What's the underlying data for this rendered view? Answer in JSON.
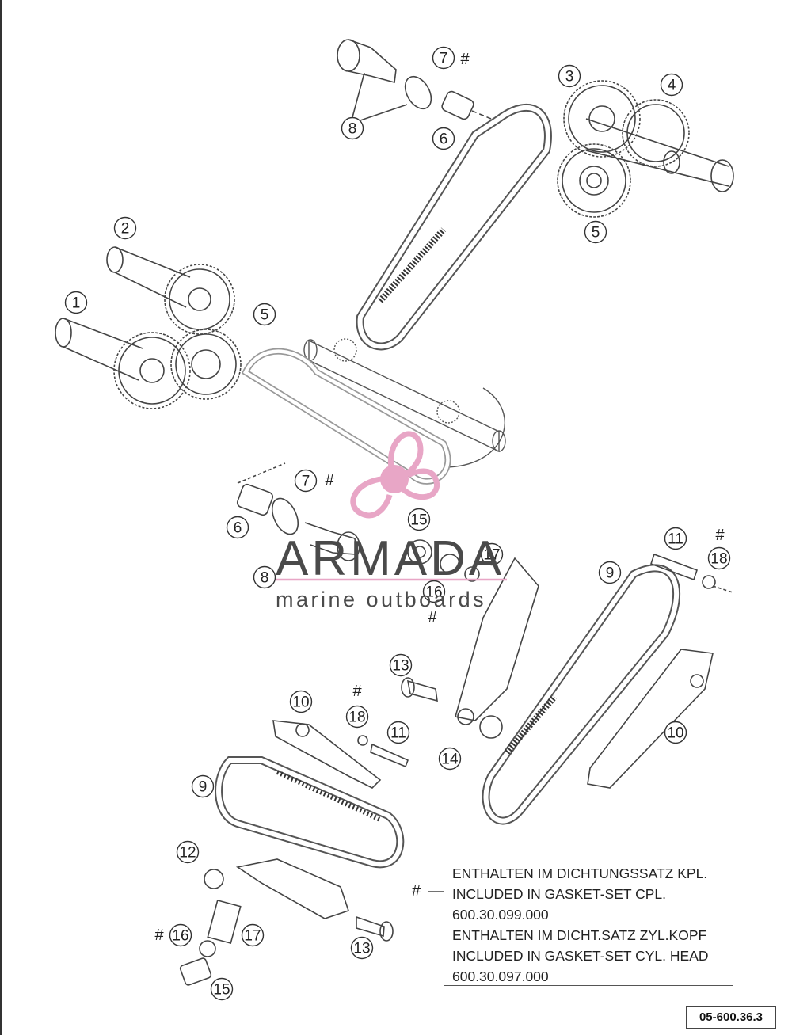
{
  "callouts": [
    {
      "id": "c1",
      "num": "1"
    },
    {
      "id": "c2",
      "num": "2"
    },
    {
      "id": "c3",
      "num": "3"
    },
    {
      "id": "c4",
      "num": "4"
    },
    {
      "id": "c5a",
      "num": "5"
    },
    {
      "id": "c5b",
      "num": "5"
    },
    {
      "id": "c6a",
      "num": "6"
    },
    {
      "id": "c6b",
      "num": "6"
    },
    {
      "id": "c7a",
      "num": "7"
    },
    {
      "id": "c7b",
      "num": "7"
    },
    {
      "id": "c8a",
      "num": "8"
    },
    {
      "id": "c8b",
      "num": "8"
    },
    {
      "id": "c9a",
      "num": "9"
    },
    {
      "id": "c9b",
      "num": "9"
    },
    {
      "id": "c10a",
      "num": "10"
    },
    {
      "id": "c10b",
      "num": "10"
    },
    {
      "id": "c11a",
      "num": "11"
    },
    {
      "id": "c11b",
      "num": "11"
    },
    {
      "id": "c12",
      "num": "12"
    },
    {
      "id": "c13a",
      "num": "13"
    },
    {
      "id": "c13b",
      "num": "13"
    },
    {
      "id": "c14",
      "num": "14"
    },
    {
      "id": "c15a",
      "num": "15"
    },
    {
      "id": "c15b",
      "num": "15"
    },
    {
      "id": "c16a",
      "num": "16"
    },
    {
      "id": "c16b",
      "num": "16"
    },
    {
      "id": "c17a",
      "num": "17"
    },
    {
      "id": "c17b",
      "num": "17"
    },
    {
      "id": "c18a",
      "num": "18"
    },
    {
      "id": "c18b",
      "num": "18"
    }
  ],
  "hash_symbol": "#",
  "legend": {
    "line1": "ENTHALTEN IM DICHTUNGSSATZ KPL.",
    "line2": "INCLUDED IN GASKET-SET CPL.",
    "line3": "600.30.099.000",
    "line4": "ENTHALTEN IM DICHT.SATZ ZYL.KOPF",
    "line5": "INCLUDED IN GASKET-SET CYL. HEAD",
    "line6": "600.30.097.000"
  },
  "reference_number": "05-600.36.3",
  "watermark": {
    "title": "ARMADA",
    "subtitle": "marine outboards",
    "logo_color": "#e8a6c6",
    "text_color": "#4a4a4a"
  }
}
